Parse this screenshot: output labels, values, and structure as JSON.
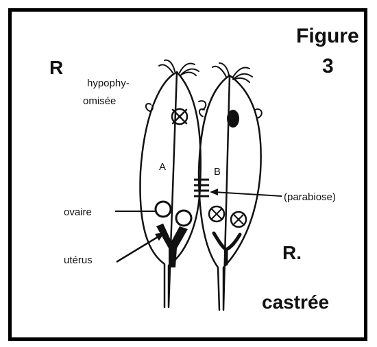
{
  "figure": {
    "title_line1": "Figure",
    "title_line2": "3",
    "label_left_rat": "R",
    "label_hypophysectomised_line1": "hypophy-",
    "label_hypophysectomised_line2": "omisée",
    "label_A": "A",
    "label_B": "B",
    "label_ovary": "ovaire",
    "label_uterus": "utérus",
    "label_parabiosis": "(parabiose)",
    "label_right_rat": "R.",
    "label_castrated": "castrée"
  }
}
